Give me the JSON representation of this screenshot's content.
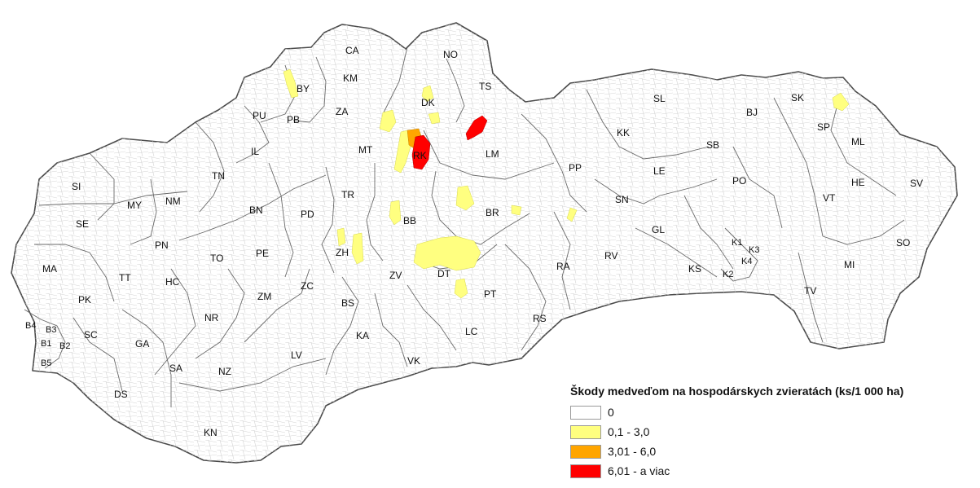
{
  "legend": {
    "title": "Škody medveďom na hospodárskych zvieratách (ks/1 000 ha)",
    "classes": [
      {
        "label": "0",
        "color": "#ffffff"
      },
      {
        "label": "0,1 - 3,0",
        "color": "#ffff80"
      },
      {
        "label": "3,01 - 6,0",
        "color": "#ffa500"
      },
      {
        "label": "6,01 - a viac",
        "color": "#ff0000"
      }
    ]
  },
  "districts": {
    "CA": "CA",
    "NO": "NO",
    "KM": "KM",
    "BY": "BY",
    "TS": "TS",
    "DK": "DK",
    "PU": "PU",
    "PB": "PB",
    "ZA": "ZA",
    "MT": "MT",
    "RK": "RK",
    "LM": "LM",
    "IL": "IL",
    "TN": "TN",
    "SI": "SI",
    "MY": "MY",
    "NM": "NM",
    "SE": "SE",
    "BN": "BN",
    "PD": "PD",
    "TR": "TR",
    "BB": "BB",
    "BR": "BR",
    "PP": "PP",
    "MA": "MA",
    "PN": "PN",
    "TO": "TO",
    "PE": "PE",
    "ZH": "ZH",
    "ZV": "ZV",
    "DT": "DT",
    "RA": "RA",
    "RV": "RV",
    "TT": "TT",
    "HC": "HC",
    "ZM": "ZM",
    "ZC": "ZC",
    "PT": "PT",
    "PK": "PK",
    "BS": "BS",
    "NR": "NR",
    "RS": "RS",
    "LC": "LC",
    "B4": "B4",
    "B3": "B3",
    "SC": "SC",
    "B1": "B1",
    "B2": "B2",
    "B5": "B5",
    "GA": "GA",
    "KA": "KA",
    "LV": "LV",
    "VK": "VK",
    "SA": "SA",
    "NZ": "NZ",
    "DS": "DS",
    "KN": "KN",
    "SL": "SL",
    "KK": "KK",
    "LE": "LE",
    "SN": "SN",
    "GL": "GL",
    "SB": "SB",
    "PO": "PO",
    "BJ": "BJ",
    "SK": "SK",
    "SP": "SP",
    "ML": "ML",
    "HE": "HE",
    "SV": "SV",
    "VT": "VT",
    "SO": "SO",
    "MI": "MI",
    "TV": "TV",
    "KS": "KS",
    "K1": "K1",
    "K2": "K2",
    "K3": "K3",
    "K4": "K4"
  }
}
